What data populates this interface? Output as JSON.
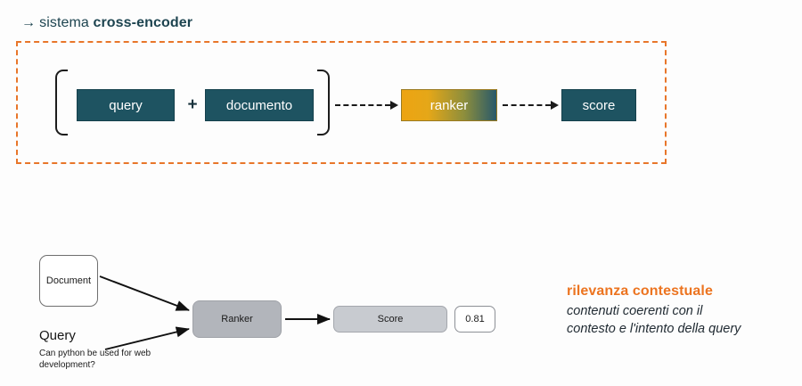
{
  "heading": {
    "arrow": "→",
    "plain": "sistema",
    "strong": "cross-encoder"
  },
  "pipeline": {
    "query_label": "query",
    "plus_label": "+",
    "documento_label": "documento",
    "ranker_label": "ranker",
    "score_label": "score"
  },
  "bottom_diagram": {
    "document_label": "Document",
    "query_heading": "Query",
    "query_text": "Can python be used for web development?",
    "ranker_label": "Ranker",
    "score_label": "Score",
    "score_value": "0.81"
  },
  "annotation": {
    "title": "rilevanza contestuale",
    "line1": "contenuti coerenti con il",
    "line2": "contesto e l'intento della query"
  },
  "colors": {
    "background": "#fdfdfd",
    "teal": "#1e5361",
    "heading_teal": "#1d4450",
    "orange_dashed": "#e8762a",
    "orange_accent": "#ec7420",
    "ranker_gradient_start": "#eda412",
    "ranker_gradient_end": "#28596a",
    "gray_ranker": "#b2b5bb",
    "gray_score": "#c8cbd0",
    "arrow_black": "#1a1a1a"
  }
}
